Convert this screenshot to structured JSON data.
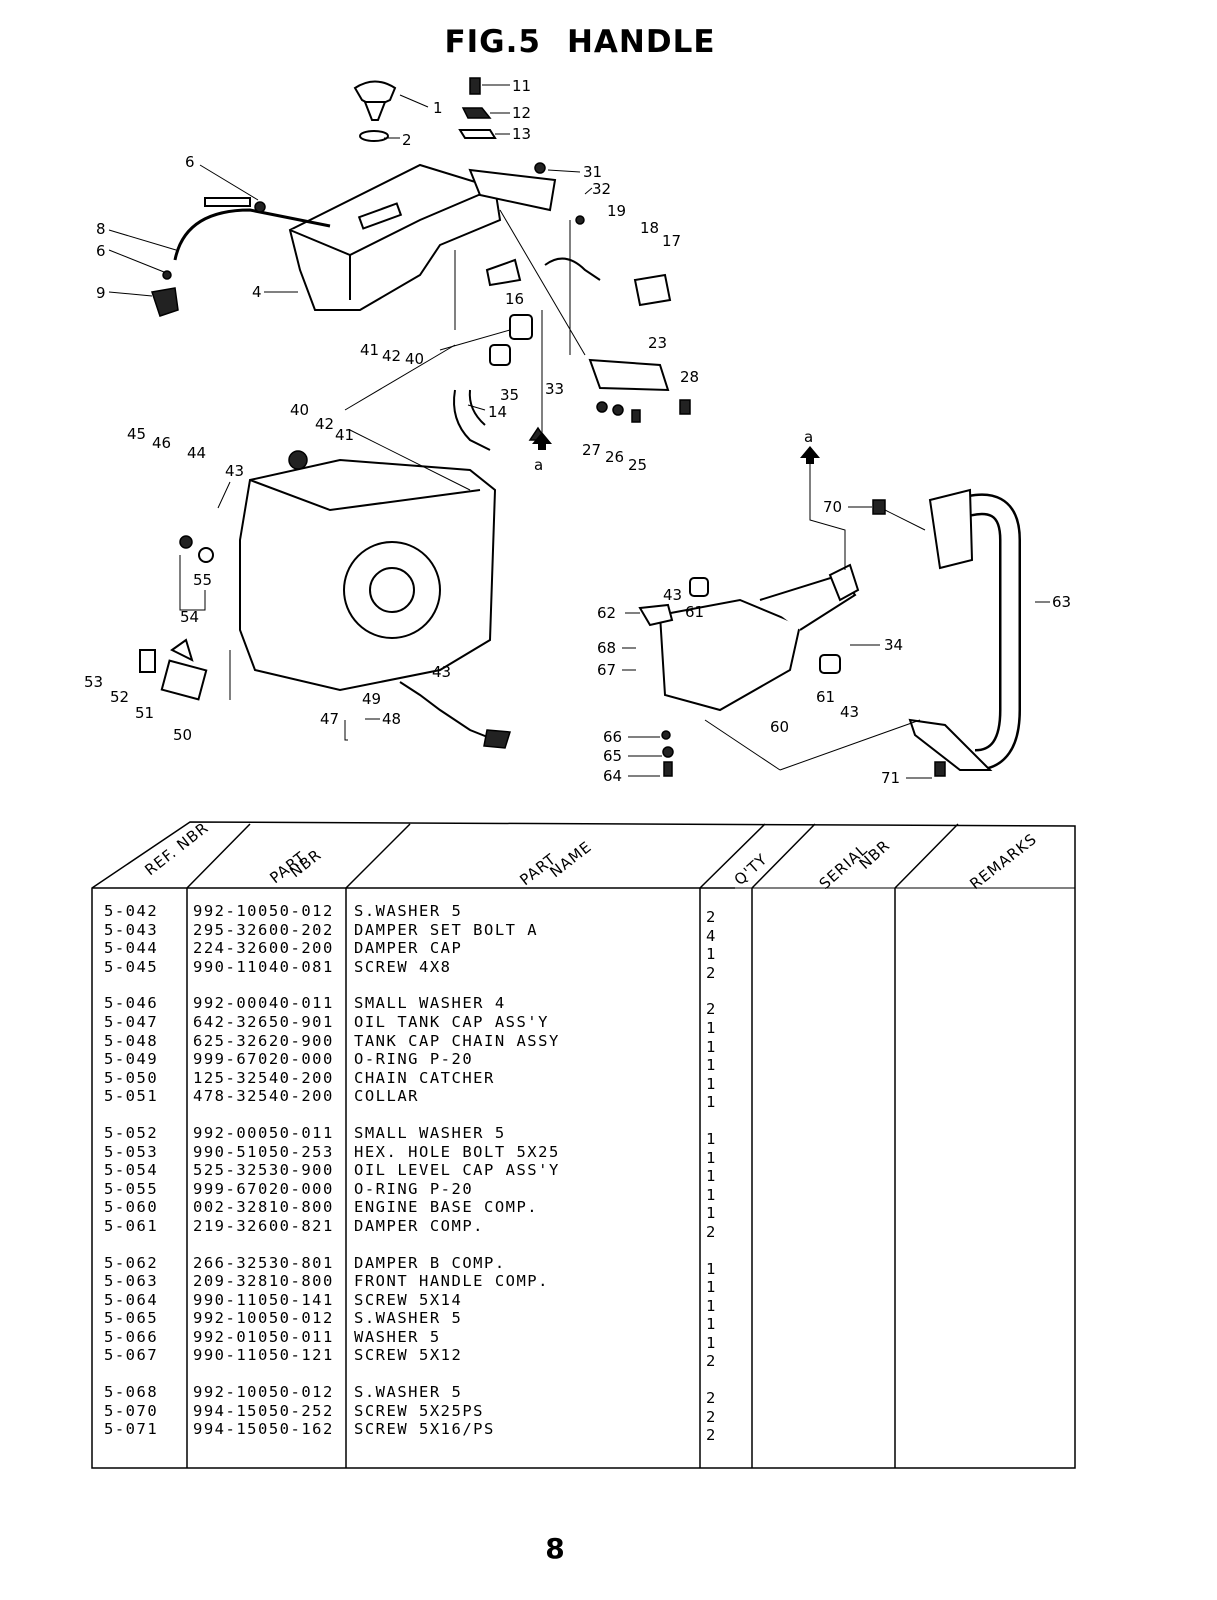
{
  "title": {
    "fig": "FIG.5",
    "name": "HANDLE"
  },
  "callouts": [
    "1",
    "2",
    "4",
    "6",
    "6",
    "8",
    "9",
    "11",
    "12",
    "13",
    "14",
    "16",
    "17",
    "18",
    "19",
    "23",
    "25",
    "26",
    "27",
    "28",
    "31",
    "32",
    "33",
    "35",
    "40",
    "41",
    "42",
    "40",
    "41",
    "42",
    "43",
    "44",
    "45",
    "46",
    "43",
    "43",
    "43",
    "47",
    "48",
    "49",
    "50",
    "51",
    "52",
    "53",
    "54",
    "55",
    "60",
    "61",
    "61",
    "62",
    "63",
    "64",
    "65",
    "66",
    "67",
    "68",
    "70",
    "71",
    "34",
    "a",
    "a"
  ],
  "table": {
    "headers": {
      "ref": "REF. NBR",
      "part_a": "PART",
      "part_b": "NBR",
      "name_a": "PART",
      "name_b": "NAME",
      "qty": "Q'TY",
      "serial_a": "SERIAL",
      "serial_b": "NBR",
      "remarks": "REMARKS"
    },
    "groups": [
      [
        {
          "ref": "5-042",
          "part": "992-10050-012",
          "name": "S.WASHER 5",
          "qty": "2"
        },
        {
          "ref": "5-043",
          "part": "295-32600-202",
          "name": "DAMPER SET BOLT A",
          "qty": "4"
        },
        {
          "ref": "5-044",
          "part": "224-32600-200",
          "name": "DAMPER CAP",
          "qty": "1"
        },
        {
          "ref": "5-045",
          "part": "990-11040-081",
          "name": "SCREW 4X8",
          "qty": "2"
        }
      ],
      [
        {
          "ref": "5-046",
          "part": "992-00040-011",
          "name": "SMALL WASHER 4",
          "qty": "2"
        },
        {
          "ref": "5-047",
          "part": "642-32650-901",
          "name": "OIL TANK CAP ASS'Y",
          "qty": "1"
        },
        {
          "ref": "5-048",
          "part": "625-32620-900",
          "name": "TANK CAP CHAIN ASSY",
          "qty": "1"
        },
        {
          "ref": "5-049",
          "part": "999-67020-000",
          "name": "O-RING P-20",
          "qty": "1"
        },
        {
          "ref": "5-050",
          "part": "125-32540-200",
          "name": "CHAIN CATCHER",
          "qty": "1"
        },
        {
          "ref": "5-051",
          "part": "478-32540-200",
          "name": "COLLAR",
          "qty": "1"
        }
      ],
      [
        {
          "ref": "5-052",
          "part": "992-00050-011",
          "name": "SMALL WASHER 5",
          "qty": "1"
        },
        {
          "ref": "5-053",
          "part": "990-51050-253",
          "name": "HEX. HOLE BOLT 5X25",
          "qty": "1"
        },
        {
          "ref": "5-054",
          "part": "525-32530-900",
          "name": "OIL LEVEL CAP ASS'Y",
          "qty": "1"
        },
        {
          "ref": "5-055",
          "part": "999-67020-000",
          "name": "O-RING P-20",
          "qty": "1"
        },
        {
          "ref": "5-060",
          "part": "002-32810-800",
          "name": "ENGINE BASE COMP.",
          "qty": "1"
        },
        {
          "ref": "5-061",
          "part": "219-32600-821",
          "name": "DAMPER COMP.",
          "qty": "2"
        }
      ],
      [
        {
          "ref": "5-062",
          "part": "266-32530-801",
          "name": "DAMPER B COMP.",
          "qty": "1"
        },
        {
          "ref": "5-063",
          "part": "209-32810-800",
          "name": "FRONT HANDLE COMP.",
          "qty": "1"
        },
        {
          "ref": "5-064",
          "part": "990-11050-141",
          "name": "SCREW 5X14",
          "qty": "1"
        },
        {
          "ref": "5-065",
          "part": "992-10050-012",
          "name": "S.WASHER 5",
          "qty": "1"
        },
        {
          "ref": "5-066",
          "part": "992-01050-011",
          "name": "WASHER 5",
          "qty": "1"
        },
        {
          "ref": "5-067",
          "part": "990-11050-121",
          "name": "SCREW 5X12",
          "qty": "2"
        }
      ],
      [
        {
          "ref": "5-068",
          "part": "992-10050-012",
          "name": "S.WASHER 5",
          "qty": "2"
        },
        {
          "ref": "5-070",
          "part": "994-15050-252",
          "name": "SCREW 5X25PS",
          "qty": "2"
        },
        {
          "ref": "5-071",
          "part": "994-15050-162",
          "name": "SCREW 5X16/PS",
          "qty": "2"
        }
      ]
    ]
  },
  "page_number": "8"
}
